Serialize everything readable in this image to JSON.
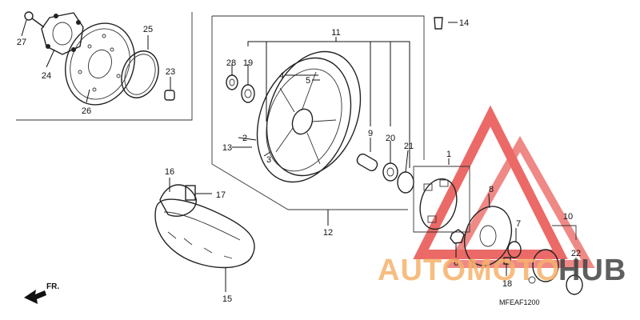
{
  "diagram": {
    "callouts": [
      {
        "id": "c1",
        "label": "1"
      },
      {
        "id": "c2",
        "label": "2"
      },
      {
        "id": "c3",
        "label": "3"
      },
      {
        "id": "c4",
        "label": "4"
      },
      {
        "id": "c5",
        "label": "5"
      },
      {
        "id": "c6",
        "label": "6"
      },
      {
        "id": "c7",
        "label": "7"
      },
      {
        "id": "c8",
        "label": "8"
      },
      {
        "id": "c9",
        "label": "9"
      },
      {
        "id": "c10",
        "label": "10"
      },
      {
        "id": "c11",
        "label": "11"
      },
      {
        "id": "c12",
        "label": "12"
      },
      {
        "id": "c13",
        "label": "13"
      },
      {
        "id": "c14",
        "label": "14"
      },
      {
        "id": "c15",
        "label": "15"
      },
      {
        "id": "c16",
        "label": "16"
      },
      {
        "id": "c17",
        "label": "17"
      },
      {
        "id": "c18",
        "label": "18"
      },
      {
        "id": "c19",
        "label": "19"
      },
      {
        "id": "c20",
        "label": "20"
      },
      {
        "id": "c21",
        "label": "21"
      },
      {
        "id": "c22",
        "label": "22"
      },
      {
        "id": "c23",
        "label": "23"
      },
      {
        "id": "c24",
        "label": "24"
      },
      {
        "id": "c25",
        "label": "25"
      },
      {
        "id": "c26",
        "label": "26"
      },
      {
        "id": "c27",
        "label": "27"
      },
      {
        "id": "c28",
        "label": "28"
      }
    ],
    "direction_label": "FR.",
    "diagram_code": "MFEAF1200"
  },
  "watermark": {
    "text_auto": "AUTOMOTO",
    "text_hub": "HUB",
    "colors": {
      "auto": "#f6b26b",
      "hub": "#444444",
      "triangle": "#e53935"
    }
  }
}
